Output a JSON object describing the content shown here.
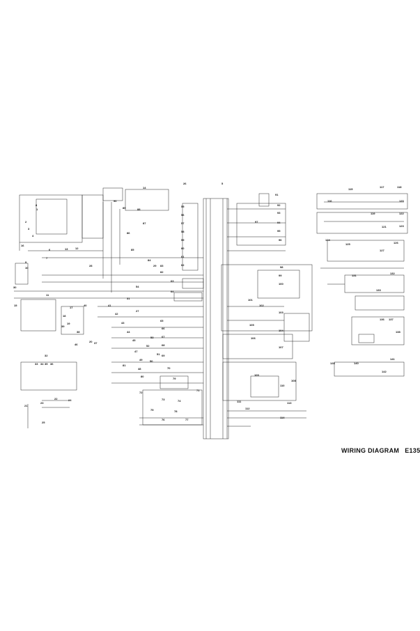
{
  "title_block": {
    "label": "WIRING DIAGRAM",
    "code": "E135"
  },
  "components": [
    {
      "id": "c14",
      "label": "14"
    },
    {
      "id": "c26",
      "label": "26"
    },
    {
      "id": "c5",
      "label": "5"
    },
    {
      "id": "c91",
      "label": "91"
    },
    {
      "id": "c8",
      "label": "8"
    },
    {
      "id": "c13",
      "label": "13"
    },
    {
      "id": "c12",
      "label": "12"
    },
    {
      "id": "c16",
      "label": "16"
    },
    {
      "id": "c7",
      "label": "7"
    },
    {
      "id": "c28",
      "label": "28"
    },
    {
      "id": "c30",
      "label": "30"
    },
    {
      "id": "c11",
      "label": "11"
    },
    {
      "id": "c17",
      "label": "17"
    },
    {
      "id": "c20",
      "label": "20"
    },
    {
      "id": "c46",
      "label": "46"
    },
    {
      "id": "c27",
      "label": "27"
    },
    {
      "id": "c54",
      "label": "54"
    },
    {
      "id": "c82",
      "label": "82"
    },
    {
      "id": "c48",
      "label": "48"
    },
    {
      "id": "c47",
      "label": "47"
    },
    {
      "id": "c124",
      "label": "124"
    },
    {
      "id": "c128",
      "label": "128"
    },
    {
      "id": "c72",
      "label": "72"
    },
    {
      "id": "c115",
      "label": "115"
    },
    {
      "id": "c116",
      "label": "116"
    },
    {
      "id": "c117",
      "label": "117"
    },
    {
      "id": "c118",
      "label": "118"
    },
    {
      "id": "c119",
      "label": "119"
    },
    {
      "id": "c120",
      "label": "120"
    },
    {
      "id": "c121",
      "label": "121"
    },
    {
      "id": "c122",
      "label": "122"
    },
    {
      "id": "c123",
      "label": "123"
    },
    {
      "id": "c125",
      "label": "125"
    },
    {
      "id": "c126",
      "label": "126"
    },
    {
      "id": "c127",
      "label": "127"
    },
    {
      "id": "c131",
      "label": "131"
    },
    {
      "id": "c132",
      "label": "132"
    },
    {
      "id": "c133",
      "label": "133"
    },
    {
      "id": "c136",
      "label": "136"
    },
    {
      "id": "c137",
      "label": "137"
    },
    {
      "id": "c138",
      "label": "138"
    },
    {
      "id": "c140",
      "label": "140"
    },
    {
      "id": "c141",
      "label": "141"
    },
    {
      "id": "c142",
      "label": "142"
    },
    {
      "id": "c92",
      "label": "92"
    },
    {
      "id": "c93",
      "label": "93"
    },
    {
      "id": "c94",
      "label": "94"
    },
    {
      "id": "c95",
      "label": "95"
    },
    {
      "id": "c96",
      "label": "96"
    },
    {
      "id": "c97",
      "label": "97"
    },
    {
      "id": "c98",
      "label": "98"
    },
    {
      "id": "c99",
      "label": "99"
    },
    {
      "id": "c100",
      "label": "100"
    },
    {
      "id": "c101",
      "label": "101"
    },
    {
      "id": "c102",
      "label": "102"
    },
    {
      "id": "c103",
      "label": "103"
    },
    {
      "id": "c104",
      "label": "104"
    },
    {
      "id": "c105",
      "label": "105"
    },
    {
      "id": "c106",
      "label": "106"
    },
    {
      "id": "c107",
      "label": "107"
    },
    {
      "id": "c108",
      "label": "108"
    },
    {
      "id": "c109",
      "label": "109"
    },
    {
      "id": "c110",
      "label": "110"
    },
    {
      "id": "c111",
      "label": "111"
    },
    {
      "id": "c112",
      "label": "112"
    },
    {
      "id": "c113",
      "label": "113"
    },
    {
      "id": "c114",
      "label": "114"
    },
    {
      "id": "c55",
      "label": "55"
    },
    {
      "id": "c56",
      "label": "56"
    },
    {
      "id": "c57",
      "label": "57"
    },
    {
      "id": "c58",
      "label": "58"
    },
    {
      "id": "c59",
      "label": "59"
    },
    {
      "id": "c60",
      "label": "60"
    },
    {
      "id": "c61",
      "label": "61"
    },
    {
      "id": "c62",
      "label": "62"
    },
    {
      "id": "c63",
      "label": "63"
    },
    {
      "id": "c64",
      "label": "64"
    },
    {
      "id": "c65",
      "label": "65"
    },
    {
      "id": "c66",
      "label": "66"
    },
    {
      "id": "c67",
      "label": "67"
    },
    {
      "id": "c68",
      "label": "68"
    },
    {
      "id": "c69",
      "label": "69"
    },
    {
      "id": "c70",
      "label": "70"
    },
    {
      "id": "c71",
      "label": "71"
    },
    {
      "id": "c73",
      "label": "73"
    },
    {
      "id": "c74",
      "label": "74"
    },
    {
      "id": "c75",
      "label": "75"
    },
    {
      "id": "c76",
      "label": "76"
    },
    {
      "id": "c77",
      "label": "77"
    },
    {
      "id": "c78",
      "label": "78"
    },
    {
      "id": "c79",
      "label": "79"
    },
    {
      "id": "c80",
      "label": "80"
    },
    {
      "id": "c81",
      "label": "81"
    },
    {
      "id": "c83",
      "label": "83"
    },
    {
      "id": "c84",
      "label": "84"
    },
    {
      "id": "c85",
      "label": "85"
    },
    {
      "id": "c86",
      "label": "86"
    },
    {
      "id": "c87",
      "label": "87"
    },
    {
      "id": "c88",
      "label": "88"
    },
    {
      "id": "c89",
      "label": "89"
    },
    {
      "id": "c90",
      "label": "90"
    },
    {
      "id": "c21",
      "label": "21"
    },
    {
      "id": "c22",
      "label": "22"
    },
    {
      "id": "c23",
      "label": "23"
    },
    {
      "id": "c24",
      "label": "24"
    },
    {
      "id": "c25",
      "label": "25"
    },
    {
      "id": "c29",
      "label": "29"
    },
    {
      "id": "c31",
      "label": "31"
    },
    {
      "id": "c32",
      "label": "32"
    },
    {
      "id": "c33",
      "label": "33"
    },
    {
      "id": "c34",
      "label": "34"
    },
    {
      "id": "c35",
      "label": "35"
    },
    {
      "id": "c36",
      "label": "36"
    },
    {
      "id": "c37",
      "label": "37"
    },
    {
      "id": "c38",
      "label": "38"
    },
    {
      "id": "c39",
      "label": "39"
    },
    {
      "id": "c40",
      "label": "40"
    },
    {
      "id": "c41",
      "label": "41"
    },
    {
      "id": "c42",
      "label": "42"
    },
    {
      "id": "c43",
      "label": "43"
    },
    {
      "id": "c44",
      "label": "44"
    },
    {
      "id": "c45",
      "label": "45"
    },
    {
      "id": "c49",
      "label": "49"
    },
    {
      "id": "c50",
      "label": "50"
    },
    {
      "id": "c51",
      "label": "51"
    },
    {
      "id": "c52",
      "label": "52"
    },
    {
      "id": "c53",
      "label": "53"
    },
    {
      "id": "c1",
      "label": "1"
    },
    {
      "id": "c2",
      "label": "2"
    },
    {
      "id": "c3",
      "label": "3"
    },
    {
      "id": "c4",
      "label": "4"
    },
    {
      "id": "c6",
      "label": "6"
    },
    {
      "id": "c9",
      "label": "9"
    },
    {
      "id": "c10",
      "label": "10"
    },
    {
      "id": "c15",
      "label": "15"
    },
    {
      "id": "c18",
      "label": "18"
    },
    {
      "id": "c19",
      "label": "19"
    }
  ]
}
